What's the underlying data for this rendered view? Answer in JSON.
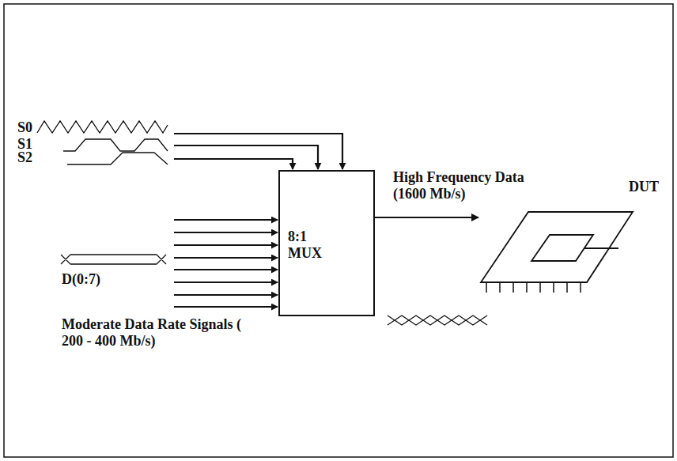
{
  "diagram": {
    "nodes": [
      {
        "text": [
          "8:1 MUX"
        ]
      },
      {
        "text": [
          "DUT"
        ]
      }
    ],
    "edges": [
      {
        "from": 0,
        "to": 1,
        "arrow": "to",
        "label": "High Frequency Data (1600 Mb/s)"
      }
    ],
    "labels": [
      "S0",
      "S1",
      "S2",
      "D(0:7)",
      "Moderate Data Rate Signals ( 200 - 400 Mb/s)"
    ]
  }
}
